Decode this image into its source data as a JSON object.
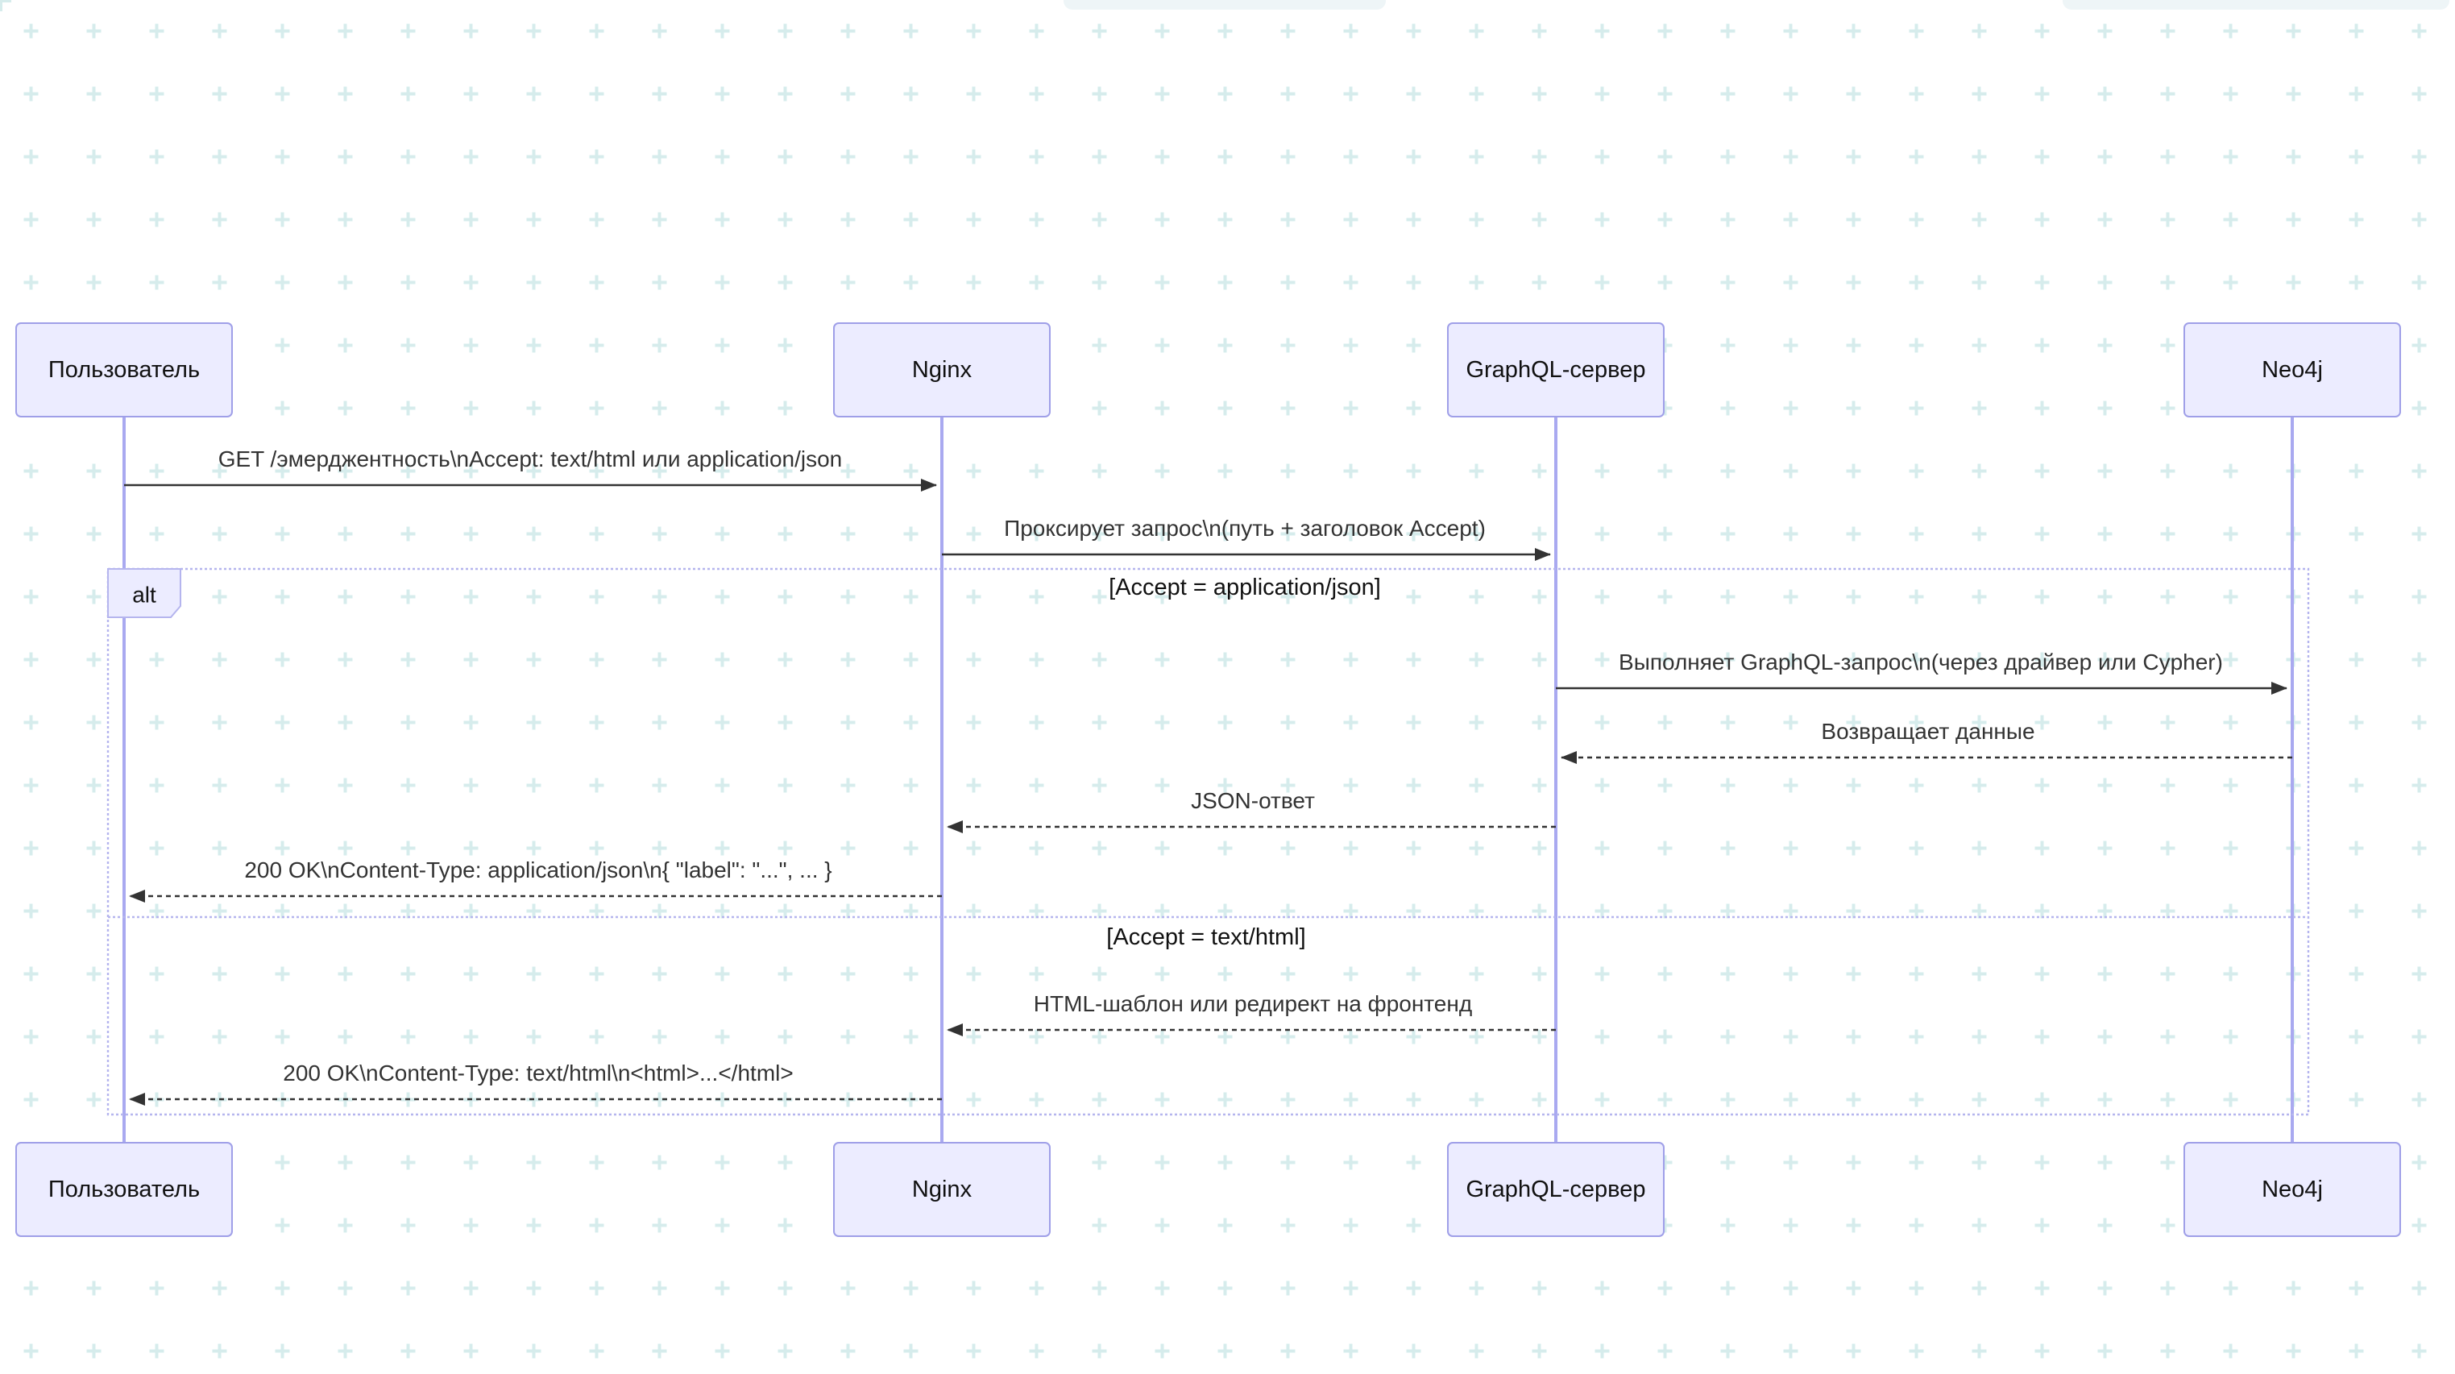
{
  "actors": [
    {
      "id": "user",
      "label": "Пользователь"
    },
    {
      "id": "nginx",
      "label": "Nginx"
    },
    {
      "id": "graphql",
      "label": "GraphQL-сервер"
    },
    {
      "id": "neo4j",
      "label": "Neo4j"
    }
  ],
  "messages": [
    {
      "from": "user",
      "to": "nginx",
      "text": "GET /эмерджентность\\nAccept: text/html или application/json",
      "style": "solid"
    },
    {
      "from": "nginx",
      "to": "graphql",
      "text": "Проксирует запрос\\n(путь + заголовок Accept)",
      "style": "solid"
    },
    {
      "from": "graphql",
      "to": "neo4j",
      "text": "Выполняет GraphQL-запрос\\n(через драйвер или Cypher)",
      "style": "solid"
    },
    {
      "from": "neo4j",
      "to": "graphql",
      "text": "Возвращает данные",
      "style": "dashed"
    },
    {
      "from": "graphql",
      "to": "nginx",
      "text": "JSON-ответ",
      "style": "dashed"
    },
    {
      "from": "nginx",
      "to": "user",
      "text": "200 OK\\nContent-Type: application/json\\n{ \"label\": \"...\", ... }",
      "style": "dashed"
    },
    {
      "from": "graphql",
      "to": "nginx",
      "text": "HTML-шаблон или редирект на фронтенд",
      "style": "dashed"
    },
    {
      "from": "nginx",
      "to": "user",
      "text": "200 OK\\nContent-Type: text/html\\n<html>...</html>",
      "style": "dashed"
    }
  ],
  "alt_block": {
    "label": "alt",
    "conditions": [
      "[Accept = application/json]",
      "[Accept = text/html]"
    ]
  },
  "colors": {
    "actor_fill": "#ececff",
    "actor_border": "#9f9fe8",
    "lifeline": "#a9a9f0",
    "message": "#333333",
    "grid_cross": "#d6ecec"
  }
}
